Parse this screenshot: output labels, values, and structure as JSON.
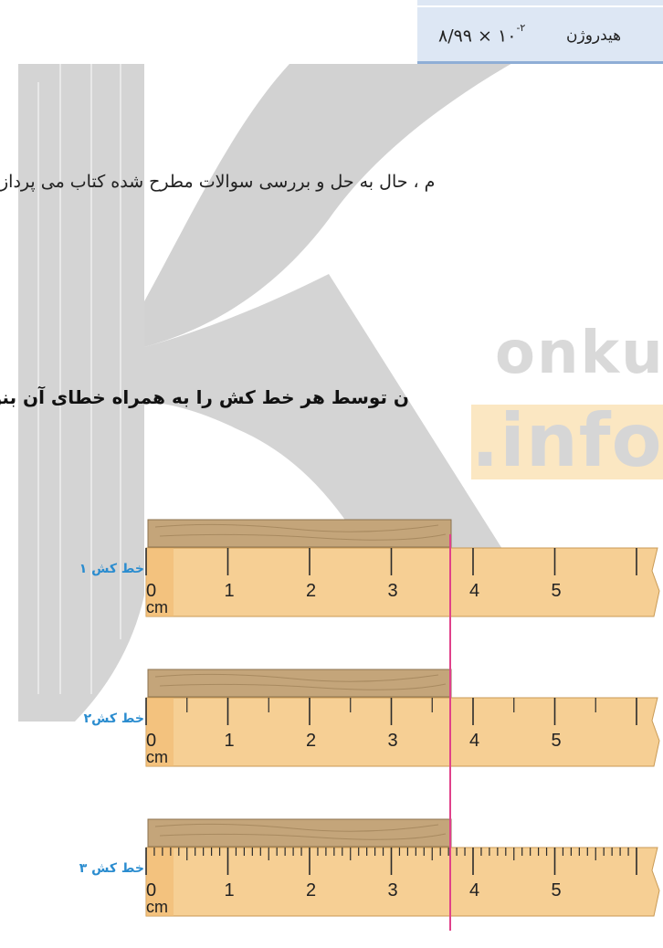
{
  "table_row": {
    "value_mantissa": "۸/۹۹ × ۱۰",
    "value_exponent": "-۲",
    "label": "هیدروژن"
  },
  "intro_text": "م ، حال به حل و بررسی سوالات مطرح شده کتاب می پرداز",
  "question_text": "ن توسط هر خط کش را به همراه خطای آن بنویسید.",
  "watermark": {
    "onkur": "onkur",
    "info": ".info"
  },
  "rulers": [
    {
      "label": "خط کش ۱",
      "ticks_per_cm": 1
    },
    {
      "label": "خط کش۲",
      "ticks_per_cm": 2
    },
    {
      "label": "خط کش ۳",
      "ticks_per_cm": 10
    }
  ],
  "ruler_numbers": [
    "0",
    "1",
    "2",
    "3",
    "4",
    "5"
  ],
  "ruler_unit": "cm",
  "colors": {
    "label_blue": "#2a8ccf",
    "marker_pink": "#e0418a",
    "wood": "#f6cf94",
    "bar": "#b89a6a"
  }
}
